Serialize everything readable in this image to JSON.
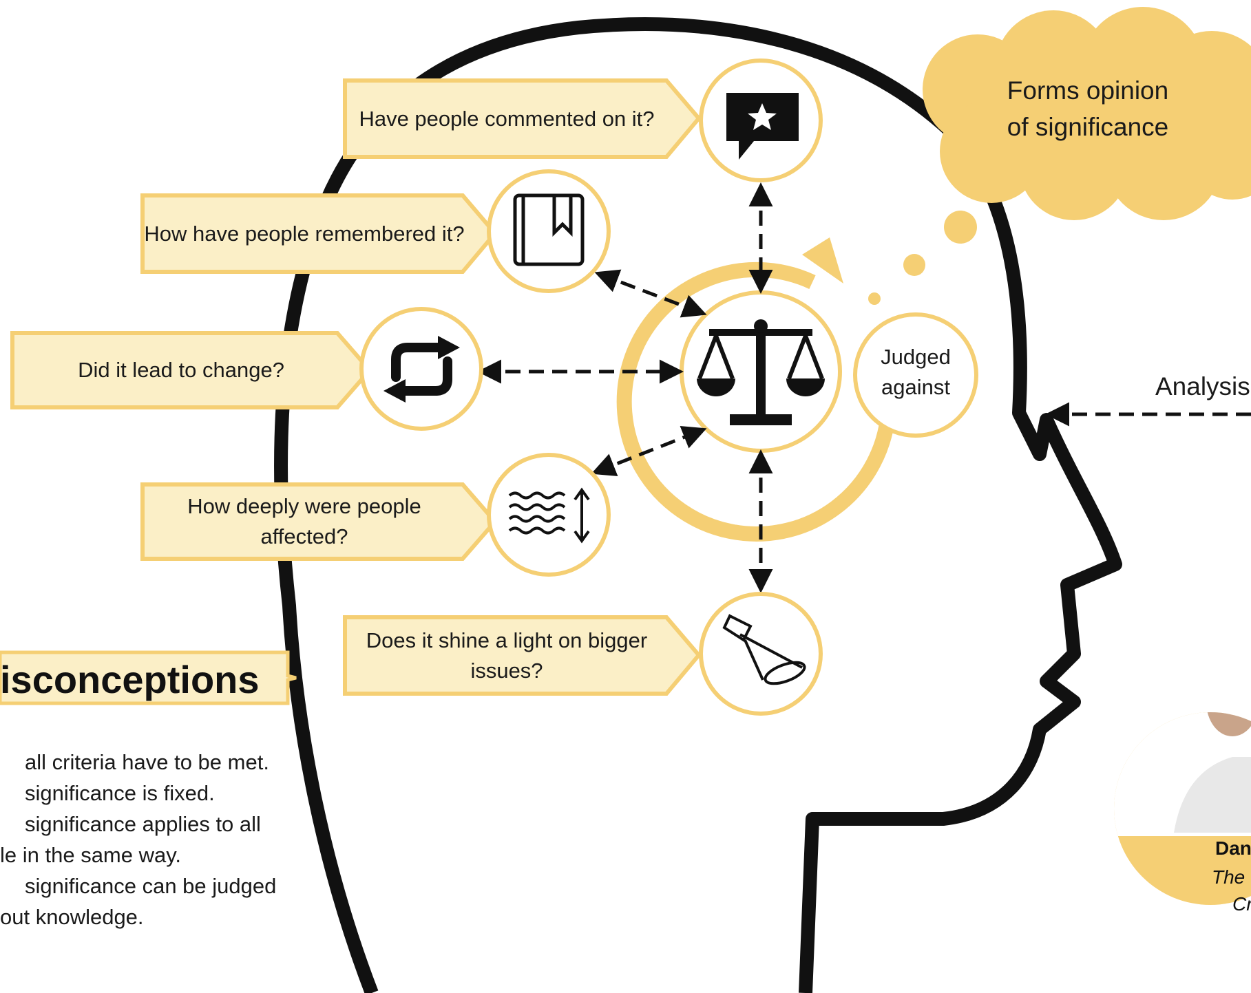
{
  "colors": {
    "accent": "#f5cf74",
    "accent_light": "#fbefc7",
    "outline": "#111111"
  },
  "questions": [
    {
      "text": "Have people commented on it?",
      "icon": "comment-star-icon"
    },
    {
      "text": "How have people remembered it?",
      "icon": "bookmark-book-icon"
    },
    {
      "text": "Did it lead to change?",
      "icon": "repeat-arrows-icon"
    },
    {
      "text": "How deeply were people affected?",
      "icon": "waves-depth-icon"
    },
    {
      "text": "Does it shine a light on bigger issues?",
      "icon": "spotlight-icon"
    }
  ],
  "thought": {
    "line1": "Forms opinion",
    "line2": "of significance"
  },
  "judged": {
    "line1": "Judged",
    "line2": "against"
  },
  "center_icon": "balance-scale-icon",
  "analysis": "Analysis",
  "misconceptions": {
    "title": "isconceptions",
    "lines": [
      "all criteria have to be met.",
      "significance is fixed.",
      "significance applies to all",
      "le in the same way.",
      "significance can be judged",
      "out knowledge."
    ]
  },
  "person": {
    "name": "Dan",
    "line1": "The",
    "line2": "Cr"
  }
}
